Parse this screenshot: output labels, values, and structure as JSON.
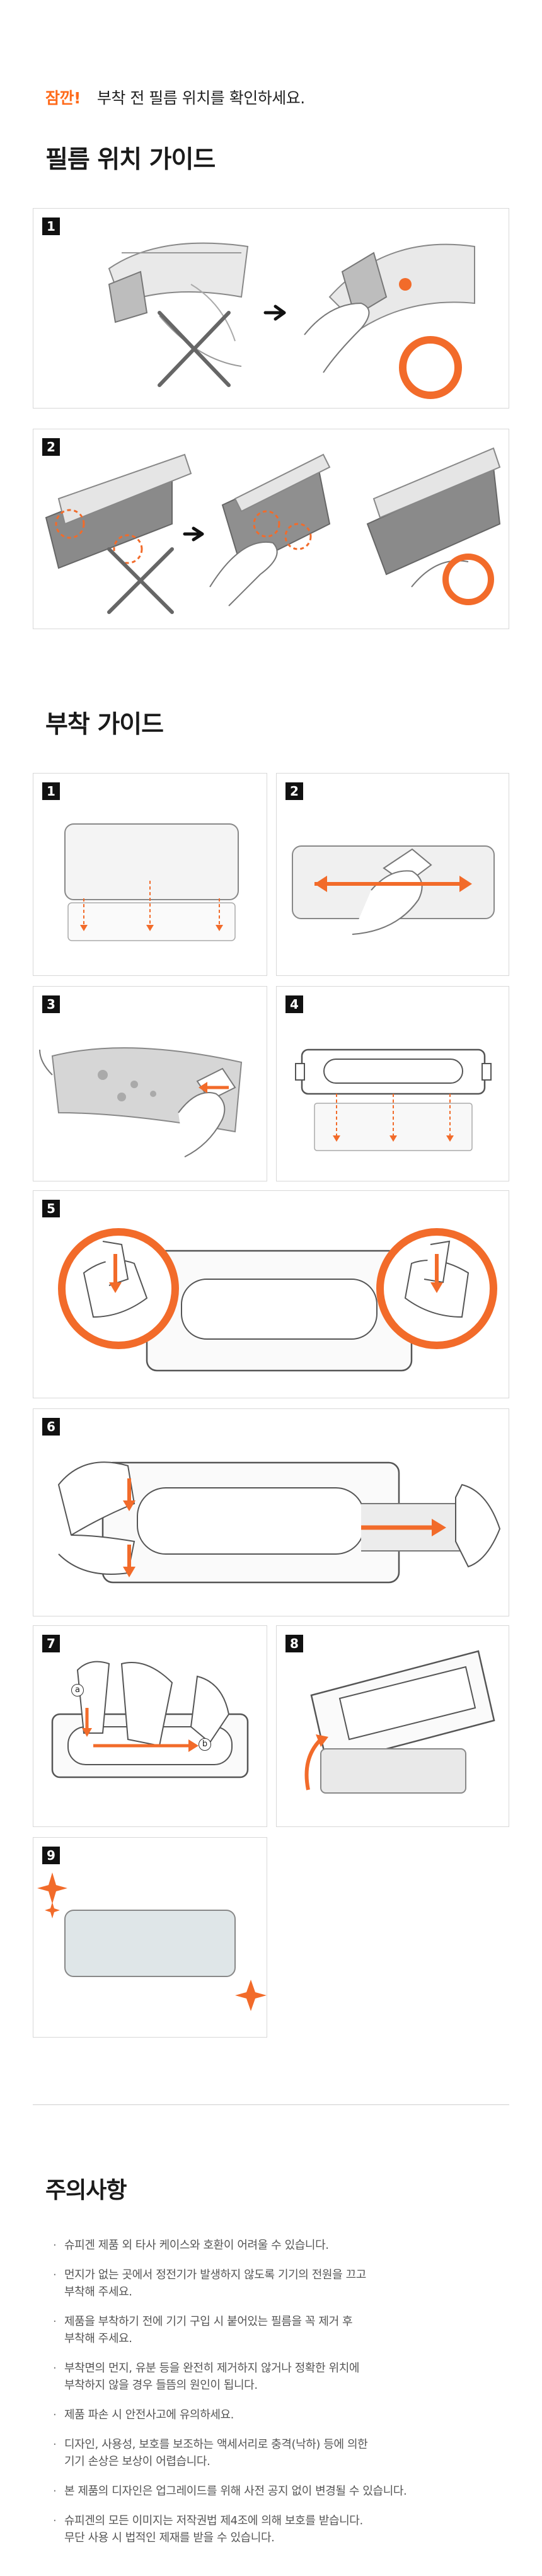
{
  "notice": {
    "highlight": "잠깐!",
    "text": "부착 전 필름 위치를 확인하세요."
  },
  "sections": {
    "position_guide_title": "필름 위치 가이드",
    "attach_guide_title": "부착 가이드",
    "caution_title": "주의사항"
  },
  "position_steps": [
    {
      "num": "1"
    },
    {
      "num": "2"
    }
  ],
  "attach_steps": [
    {
      "num": "1"
    },
    {
      "num": "2"
    },
    {
      "num": "3"
    },
    {
      "num": "4"
    },
    {
      "num": "5"
    },
    {
      "num": "6"
    },
    {
      "num": "7"
    },
    {
      "num": "8"
    },
    {
      "num": "9"
    }
  ],
  "step7_markers": {
    "a": "a",
    "b": "b"
  },
  "cautions": [
    {
      "line1": "슈피겐 제품 외 타사 케이스와 호환이 어려울 수 있습니다.",
      "line2": ""
    },
    {
      "line1": "먼지가 없는 곳에서 정전기가 발생하지 않도록 기기의 전원을 끄고",
      "line2": "부착해 주세요."
    },
    {
      "line1": "제품을 부착하기 전에 기기 구입 시 붙어있는 필름을 꼭 제거 후",
      "line2": "부착해 주세요."
    },
    {
      "line1": "부착면의 먼지, 유분 등을 완전히 제거하지 않거나 정확한 위치에",
      "line2": "부착하지 않을 경우 들뜸의 원인이 됩니다."
    },
    {
      "line1": "제품 파손 시 안전사고에 유의하세요.",
      "line2": ""
    },
    {
      "line1": "디자인, 사용성, 보호를 보조하는 액세서리로 충격(낙하) 등에 의한",
      "line2": "기기 손상은 보상이 어렵습니다."
    },
    {
      "line1": "본 제품의 디자인은 업그레이드를 위해 사전 공지 없이 변경될 수 있습니다.",
      "line2": ""
    },
    {
      "line1": "슈피겐의 모든 이미지는 저작권법 제4조에 의해 보호를 받습니다.",
      "line2": "무단 사용 시 법적인 제재를 받을 수 있습니다."
    }
  ],
  "colors": {
    "accent": "#ff6a1a",
    "arrow": "#f26b2a",
    "panel_border": "#d8d8d8",
    "text": "#222222"
  }
}
